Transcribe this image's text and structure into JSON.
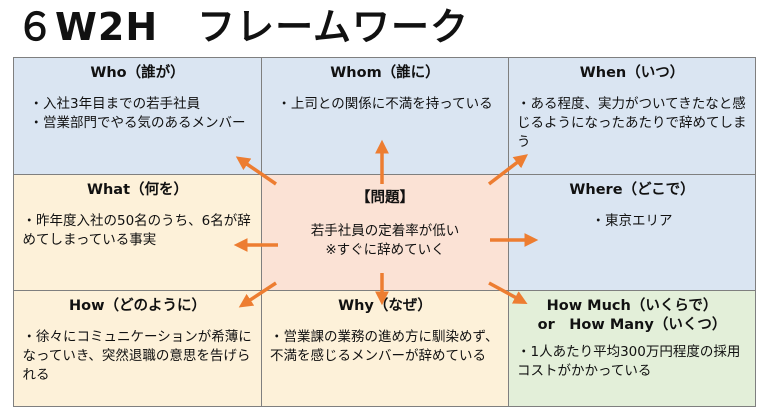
{
  "title": "６W2H　フレームワーク",
  "cells": {
    "who": {
      "title": "Who（誰が）",
      "lines": [
        "・入社3年目までの若手社員",
        "・営業部門でやる気のあるメンバー"
      ]
    },
    "whom": {
      "title": "Whom（誰に）",
      "lines": [
        "・上司との関係に不満を持っている"
      ]
    },
    "when": {
      "title": "When（いつ）",
      "lines": [
        "・ある程度、実力がついてきたなと感じるようになったあたりで辞めてしまう"
      ]
    },
    "what": {
      "title": "What（何を）",
      "lines": [
        "・昨年度入社の50名のうち、6名が辞めてしまっている事実"
      ]
    },
    "problem": {
      "title": "【問題】",
      "lines": [
        "若手社員の定着率が低い",
        "※すぐに辞めていく"
      ]
    },
    "where": {
      "title": "Where（どこで）",
      "lines": [
        "・東京エリア"
      ]
    },
    "how": {
      "title": "How（どのように）",
      "lines": [
        "・徐々にコミュニケーションが希薄になっていき、突然退職の意思を告げられる"
      ]
    },
    "why": {
      "title": "Why（なぜ）",
      "lines": [
        "・営業課の業務の進め方に馴染めず、不満を感じるメンバーが辞めている"
      ]
    },
    "howmuch": {
      "title_line1": "How Much（いくらで）",
      "title_line2": "or　How Many（いくつ）",
      "lines": [
        "・1人あたり平均300万円程度の採用コストがかかっている"
      ]
    }
  },
  "colors": {
    "blue": "#dae5f2",
    "peach": "#fdf1d9",
    "center": "#fbe2d5",
    "green": "#e3efd9",
    "arrow": "#ed7d31"
  }
}
